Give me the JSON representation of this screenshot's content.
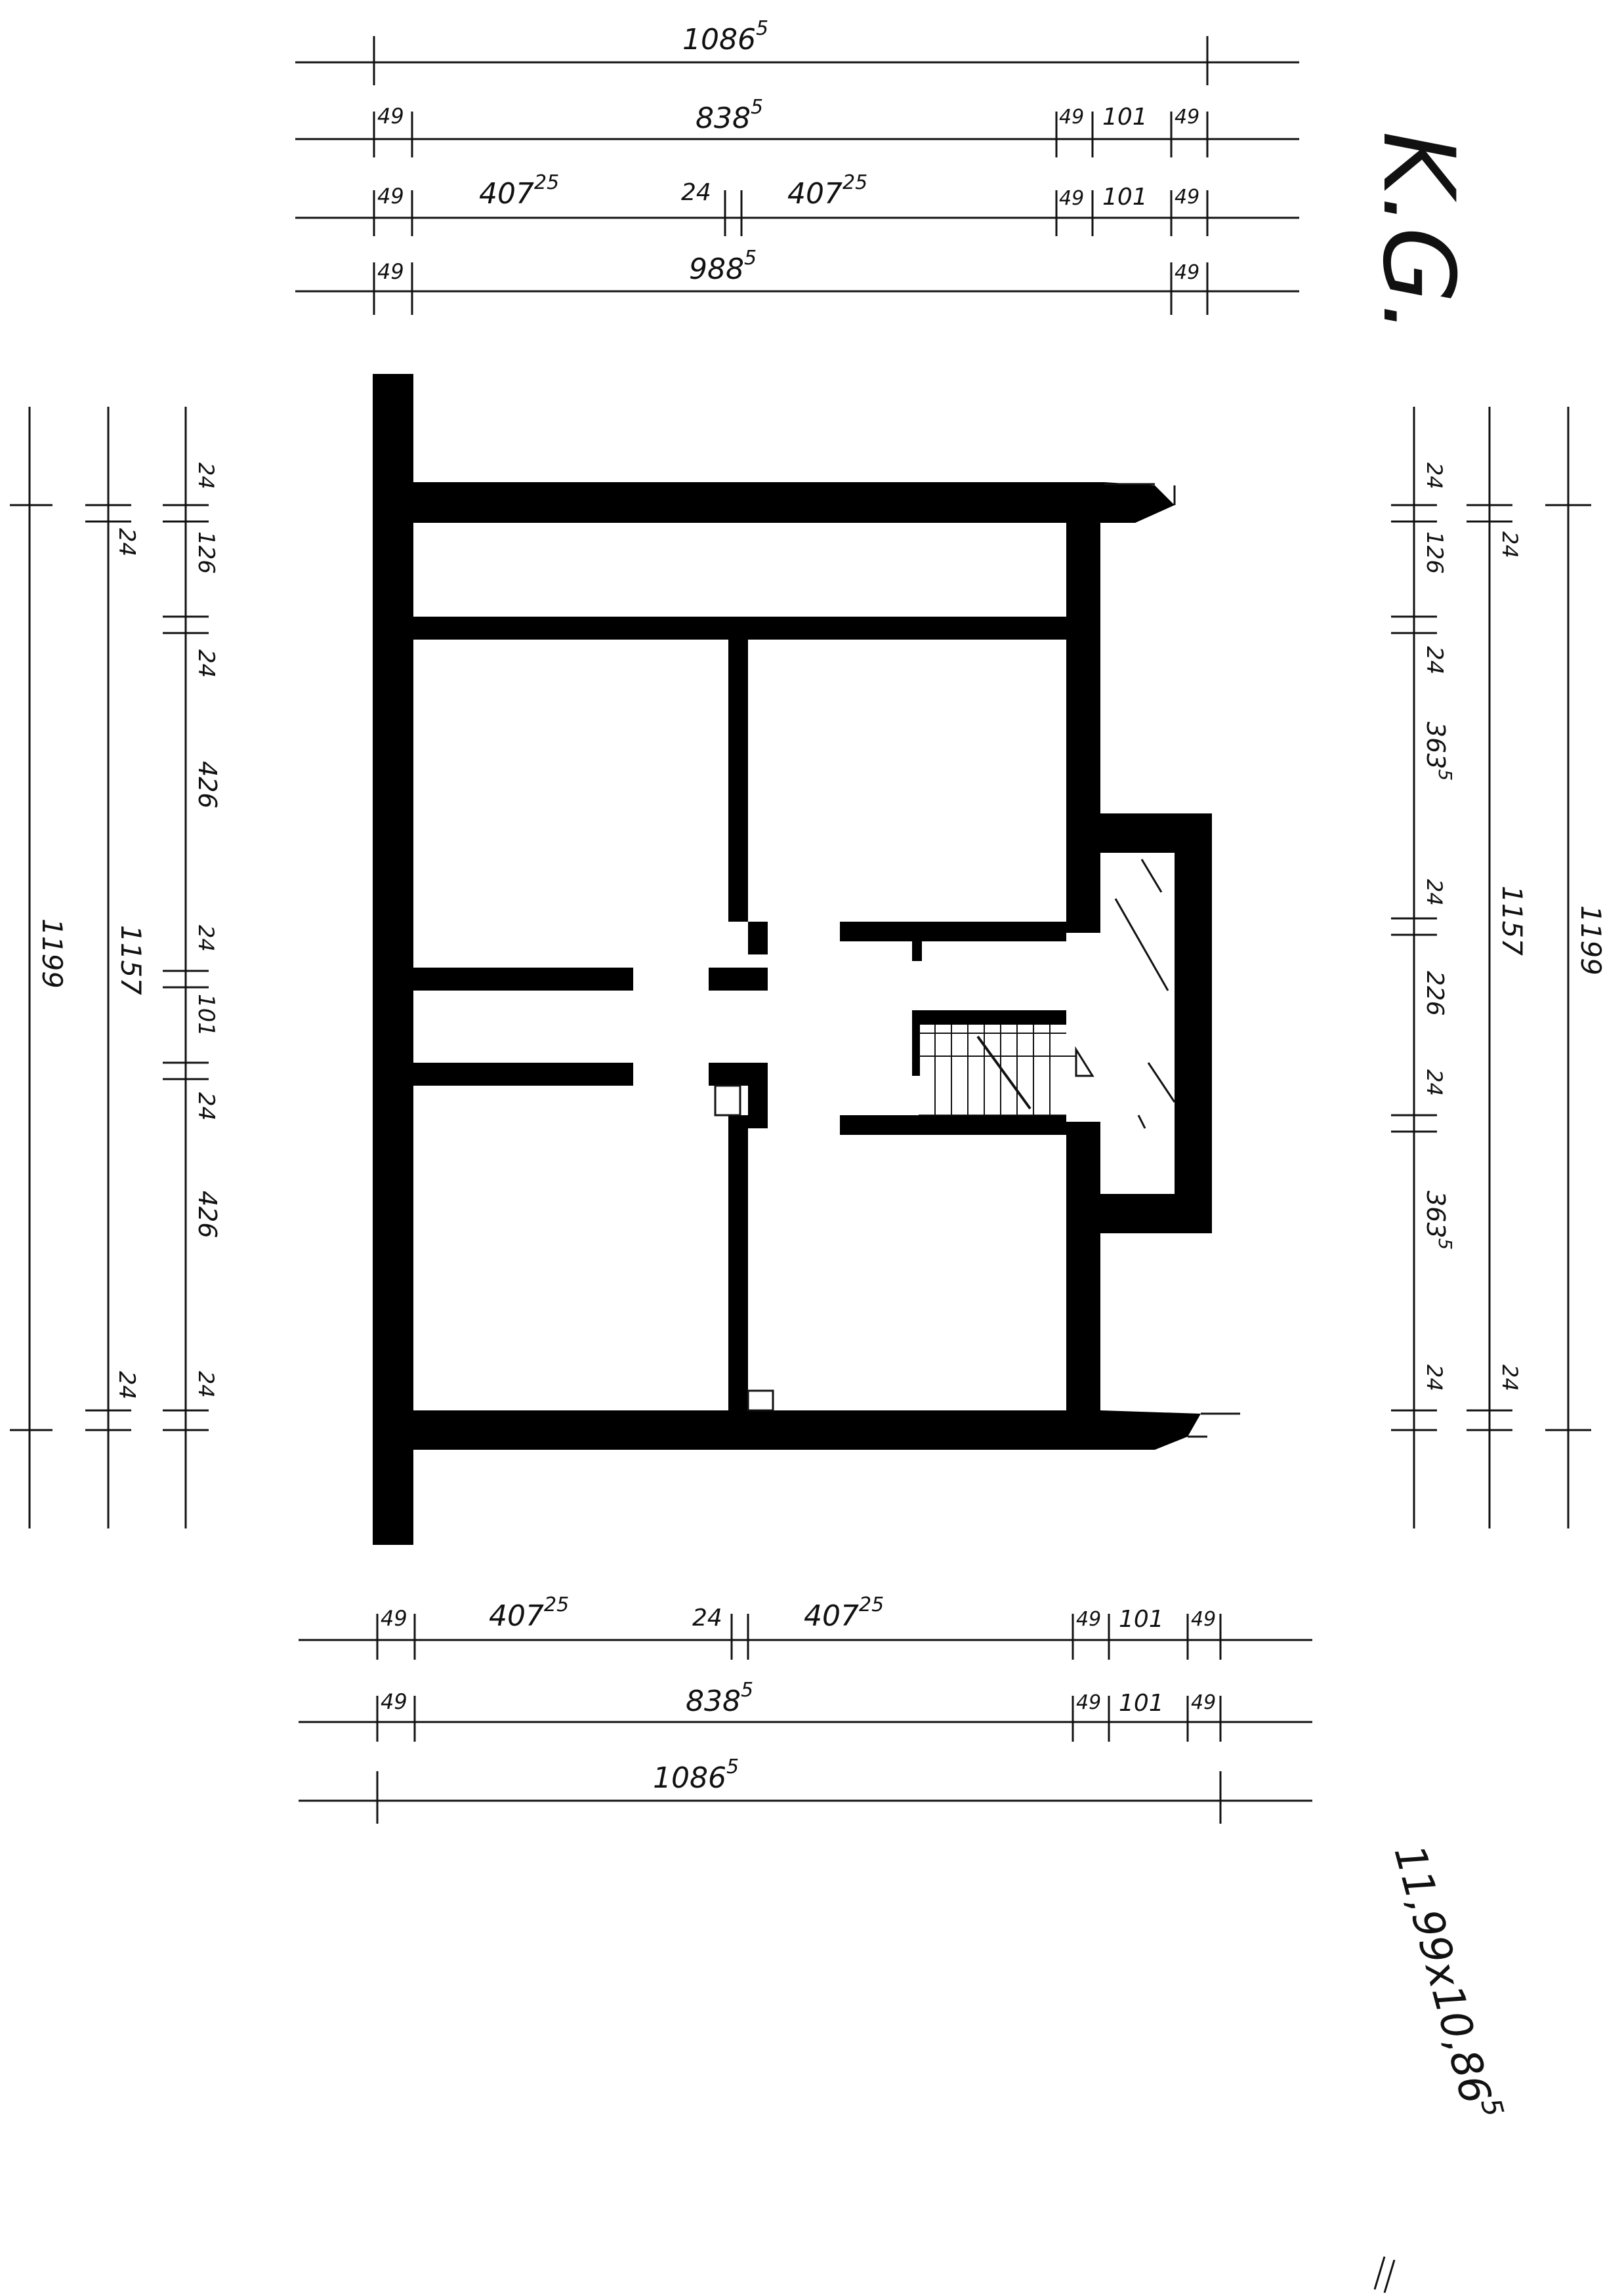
{
  "sheet_label": "K.G.",
  "area_note": {
    "main": "11,99x10,86",
    "sup": "5"
  },
  "top_dims": {
    "overall": {
      "text": "1086",
      "sup": "5"
    },
    "row2": {
      "a": "49",
      "b": {
        "text": "838",
        "sup": "5"
      },
      "c": "49",
      "d": "101",
      "e": "49"
    },
    "row3": {
      "a": "49",
      "b": {
        "text": "407",
        "sup": "25"
      },
      "c": "24",
      "d": {
        "text": "407",
        "sup": "25"
      },
      "e": "49",
      "f": "101",
      "g": "49"
    },
    "row4": {
      "a": "49",
      "b": {
        "text": "988",
        "sup": "5"
      },
      "c": "49"
    }
  },
  "bottom_dims": {
    "row1": {
      "a": "49",
      "b": {
        "text": "407",
        "sup": "25"
      },
      "c": "24",
      "d": {
        "text": "407",
        "sup": "25"
      },
      "e": "49",
      "f": "101",
      "g": "49"
    },
    "row2": {
      "a": "49",
      "b": {
        "text": "838",
        "sup": "5"
      },
      "c": "49",
      "d": "101",
      "e": "49"
    },
    "overall": {
      "text": "1086",
      "sup": "5"
    }
  },
  "left_dims": {
    "overall": "1199",
    "mid": {
      "total": "1157",
      "top": "24",
      "bottom": "24"
    },
    "inner": [
      "24",
      "126",
      "24",
      "426",
      "24",
      "101",
      "24",
      "426",
      "24"
    ]
  },
  "right_dims": {
    "overall": "1199",
    "mid": {
      "total": "1157",
      "top": "24",
      "bottom": "24"
    },
    "inner": [
      {
        "text": "24"
      },
      {
        "text": "126"
      },
      {
        "text": "24"
      },
      {
        "text": "363",
        "sup": "5"
      },
      {
        "text": "24"
      },
      {
        "text": "226"
      },
      {
        "text": "24"
      },
      {
        "text": "363",
        "sup": "5"
      },
      {
        "text": "24"
      }
    ]
  }
}
